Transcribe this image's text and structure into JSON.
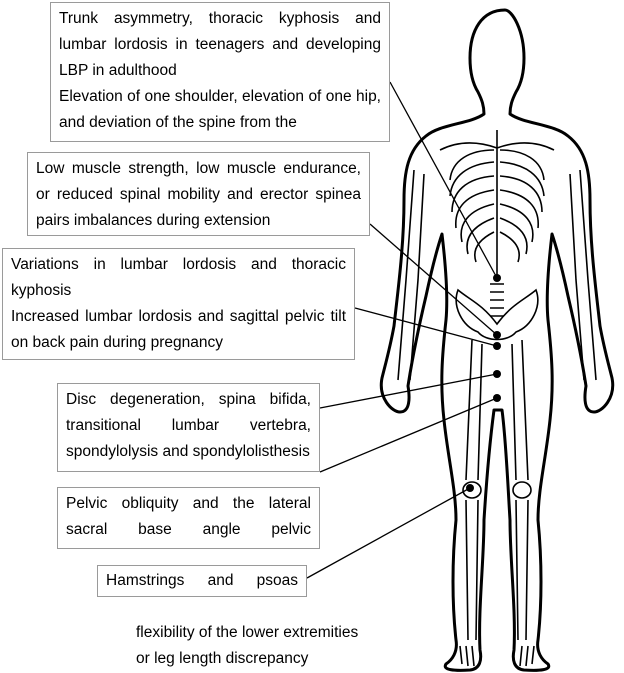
{
  "boxes": [
    {
      "lines": [
        "Trunk asymmetry, thoracic kyphosis and lumbar lordosis in teenagers and developing LBP in adulthood",
        "Elevation of one shoulder, elevation of one hip, and deviation of the spine from the"
      ]
    },
    {
      "lines": [
        "Low muscle strength, low muscle endurance, or reduced spinal mobility and erector spinea pairs imbalances during extension"
      ]
    },
    {
      "lines": [
        "Variations in lumbar lordosis and thoracic kyphosis",
        "Increased lumbar lordosis and sagittal pelvic tilt on back pain during pregnancy"
      ]
    },
    {
      "lines": [
        "Disc degeneration, spina bifida, transitional lumbar vertebra, spondylolysis and spondylolisthesis"
      ]
    },
    {
      "lines": [
        "Pelvic obliquity and the lateral sacral base angle pelvic"
      ]
    },
    {
      "lines": [
        "Hamstrings and psoas"
      ]
    }
  ],
  "footer": {
    "line1": "flexibility of the lower extremities",
    "line2": "or leg length discrepancy"
  },
  "colors": {
    "box_border": "#9a9a9a",
    "line": "#000000",
    "dot": "#000000"
  }
}
